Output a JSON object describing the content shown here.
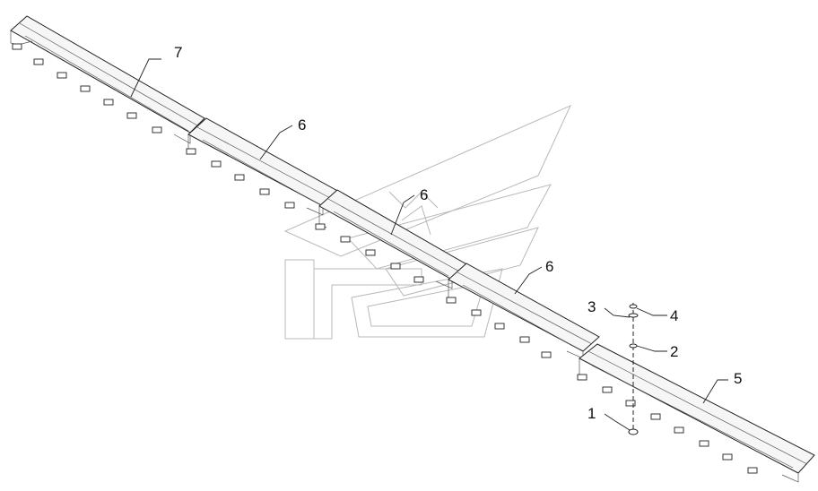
{
  "diagram": {
    "callouts": [
      {
        "id": "c7",
        "label": "7"
      },
      {
        "id": "c6a",
        "label": "6"
      },
      {
        "id": "c6b",
        "label": "6"
      },
      {
        "id": "c6c",
        "label": "6"
      },
      {
        "id": "c5",
        "label": "5"
      },
      {
        "id": "c4",
        "label": "4"
      },
      {
        "id": "c3",
        "label": "3"
      },
      {
        "id": "c2",
        "label": "2"
      },
      {
        "id": "c1",
        "label": "1"
      }
    ]
  }
}
